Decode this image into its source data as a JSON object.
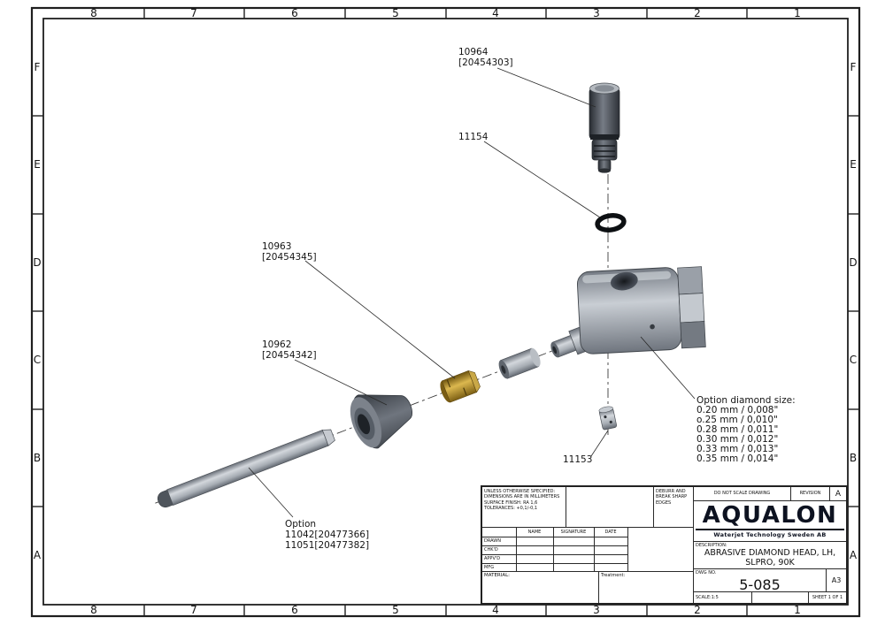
{
  "border": {
    "columns": [
      "8",
      "7",
      "6",
      "5",
      "4",
      "3",
      "2",
      "1"
    ],
    "rows": [
      "F",
      "E",
      "D",
      "C",
      "B",
      "A"
    ]
  },
  "callouts": {
    "p10964": {
      "lines": [
        "10964",
        "[20454303]"
      ]
    },
    "p11154": {
      "lines": [
        "11154"
      ]
    },
    "p10963": {
      "lines": [
        "10963",
        "[20454345]"
      ]
    },
    "p10962": {
      "lines": [
        "10962",
        "[20454342]"
      ]
    },
    "p11153": {
      "lines": [
        "11153"
      ]
    },
    "tube_option": {
      "lines": [
        "Option",
        "11042[20477366]",
        "11051[20477382]"
      ]
    },
    "diamond_option": {
      "lines": [
        "Option diamond size:",
        "0.20 mm / 0,008\"",
        "o.25 mm / 0,010\"",
        "0.28 mm / 0,011\"",
        "0.30 mm / 0,012\"",
        "0.33 mm / 0,013\"",
        "0.35 mm / 0,014\""
      ]
    }
  },
  "title_block": {
    "spec_note": [
      "UNLESS OTHERWISE SPECIFIED:",
      "DIMENSIONS ARE IN MILLIMETERS",
      "SURFACE FINISH: RA 1,6",
      "TOLERANCES: +0,1/-0,1"
    ],
    "deburr_note": [
      "DEBURR AND",
      "BREAK SHARP",
      "EDGES"
    ],
    "do_not_scale": "DO NOT SCALE DRAWING",
    "revision_label": "REVISION",
    "revision_value": "A",
    "sig_table": {
      "col_headers": [
        "NAME",
        "SIGNATURE",
        "DATE"
      ],
      "row_labels": [
        "DRAWN",
        "CHK'D",
        "APPV'D",
        "MFG"
      ]
    },
    "material_label": "MATERIAL:",
    "treatment_label": "Treatment:",
    "logo": {
      "name": "AQUALON",
      "tagline": "Waterjet Technology Sweden AB"
    },
    "description_label": "DESCRIPTION:",
    "description_line1": "ABRASIVE DIAMOND HEAD, LH,",
    "description_line2": "SLPRO, 90K",
    "dwg_no_label": "DWG NO.",
    "dwg_no": "5-085",
    "paper_size": "A3",
    "scale": "SCALE:1:5",
    "sheet": "SHEET 1 OF 1"
  },
  "colors": {
    "brass": "#c8a23c",
    "steel": "#9aa0a8",
    "dark_steel": "#3a3f46",
    "line": "#1f1f1f"
  }
}
